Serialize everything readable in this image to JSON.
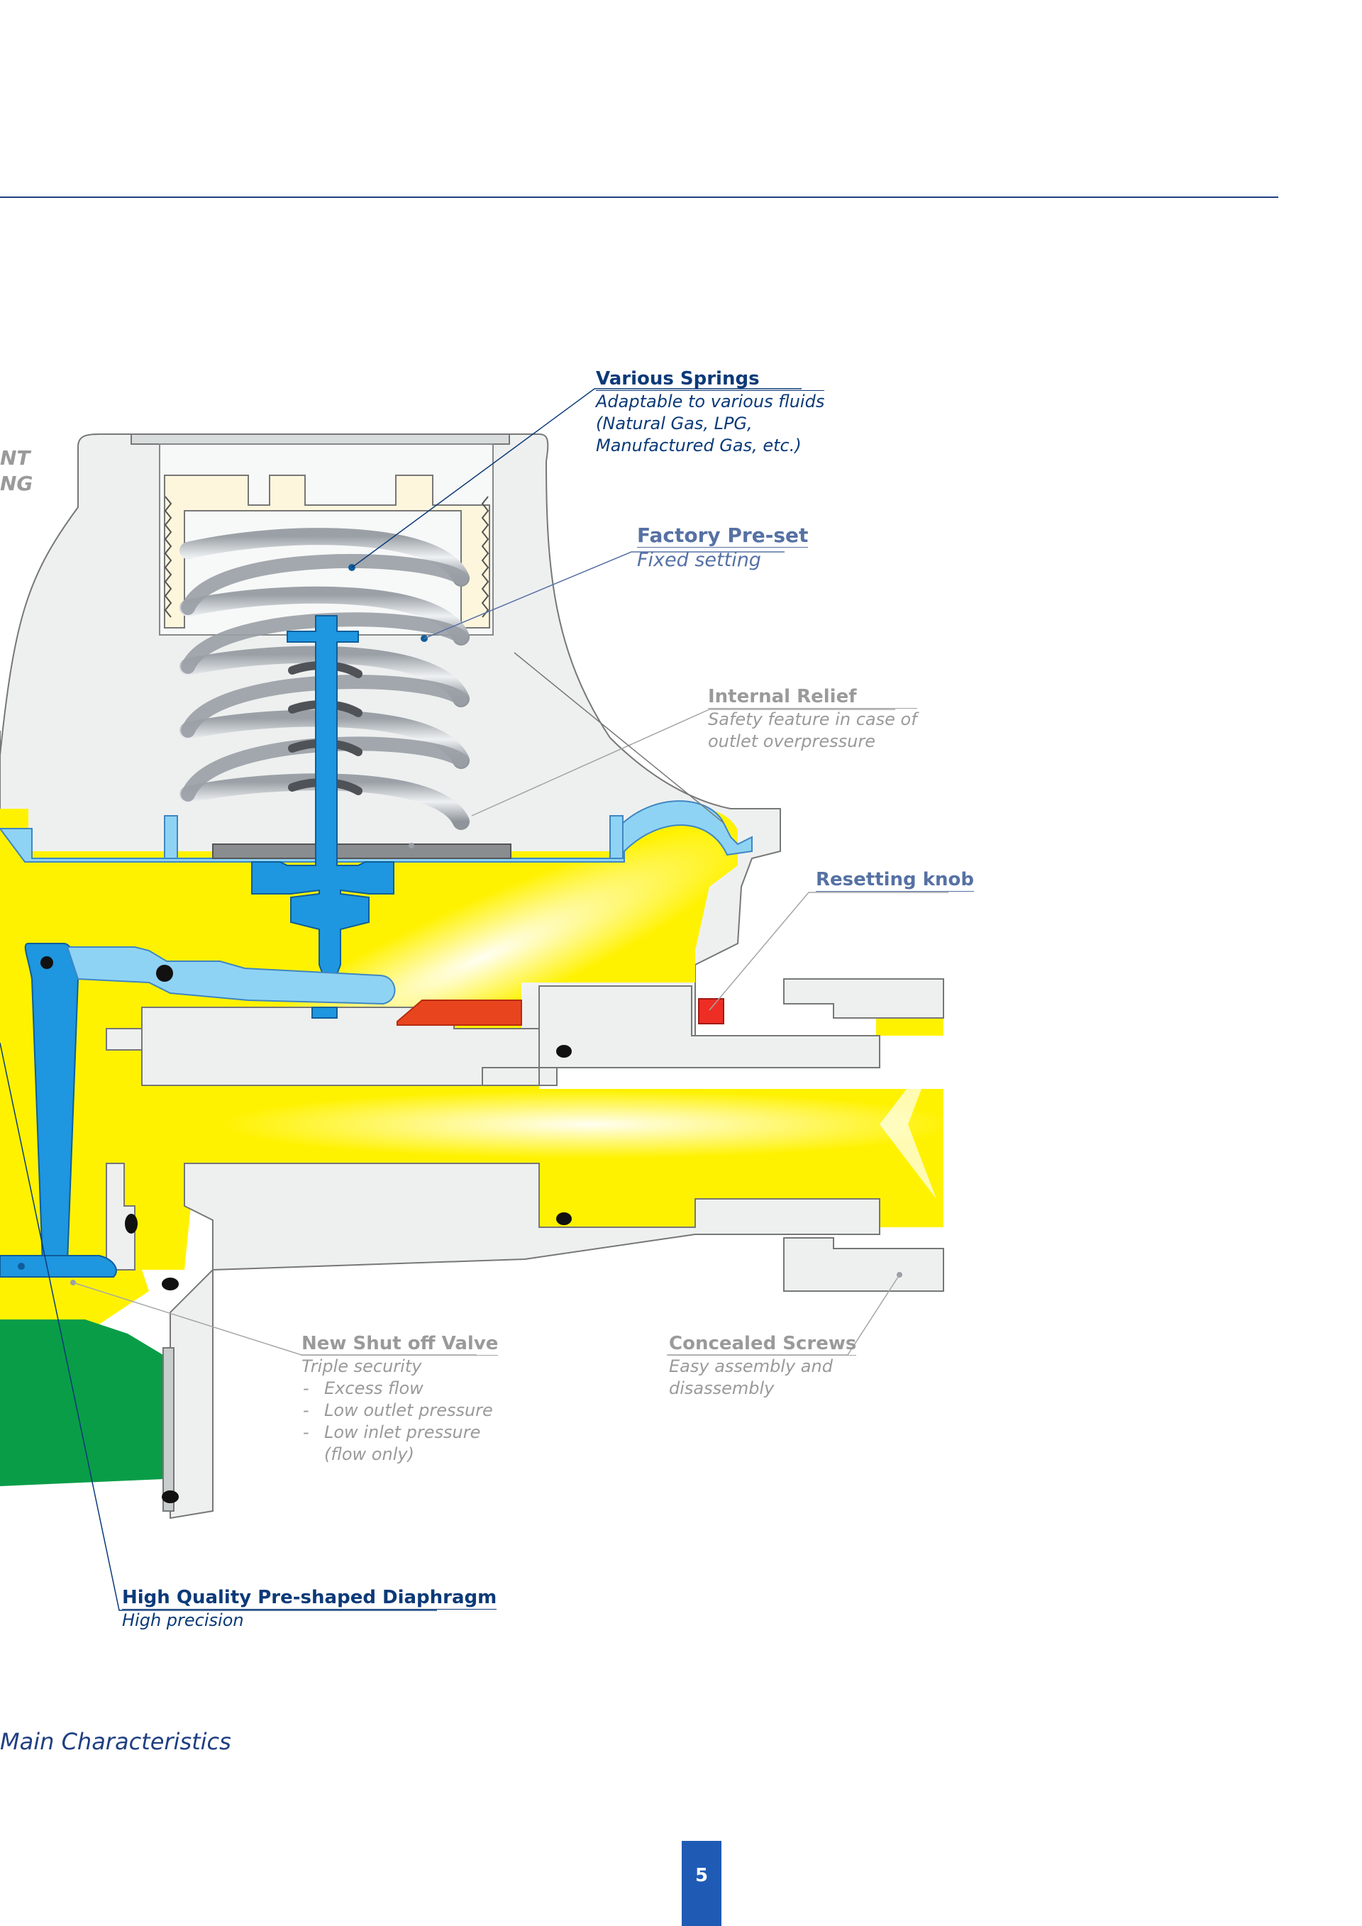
{
  "cut_text": {
    "line1": "NT",
    "line2": "NG"
  },
  "callouts": {
    "various_springs": {
      "title": "Various Springs",
      "lines": [
        "Adaptable to various fluids",
        "(Natural Gas, LPG,",
        "Manufactured Gas, etc.)"
      ]
    },
    "factory_preset": {
      "title": "Factory Pre-set",
      "lines": [
        "Fixed setting"
      ]
    },
    "internal_relief": {
      "title": "Internal Relief",
      "lines": [
        "Safety feature in case of",
        "outlet overpressure"
      ]
    },
    "resetting_knob": {
      "title": "Resetting knob"
    },
    "new_shutoff": {
      "title": "New Shut off Valve",
      "subtitle": "Triple security",
      "bullets": [
        "Excess flow",
        "Low outlet pressure",
        "Low inlet pressure",
        "(flow only)"
      ]
    },
    "concealed_screws": {
      "title": "Concealed Screws",
      "lines": [
        "Easy assembly and",
        "disassembly"
      ]
    },
    "diaphragm": {
      "title": "High Quality Pre-shaped Diaphragm",
      "lines": [
        "High precision"
      ]
    }
  },
  "footer": {
    "title": "Main Characteristics",
    "page_number": "5"
  },
  "colors": {
    "rule": "#1f3f82",
    "body_grey": "#eef0f0",
    "gas_yellow": "#fff200",
    "valve_blue": "#1e96e0",
    "light_blue": "#8fd3f4",
    "relief_red": "#e8451f",
    "green": "#0a9d48",
    "navy_text": "#0b3a78",
    "steel_text": "#5671a4",
    "grey_text": "#9a9a9a",
    "page_badge": "#1f5bb5"
  }
}
